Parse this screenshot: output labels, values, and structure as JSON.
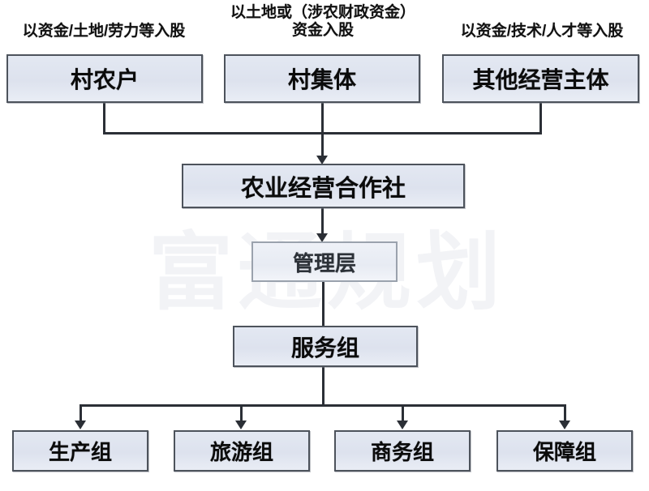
{
  "diagram": {
    "watermark": "富通规划",
    "captions": [
      {
        "id": "caption-farmers",
        "text": "以资金/土地/劳力等入股"
      },
      {
        "id": "caption-collective",
        "text": "以土地或（涉农财政资金）\n资金入股"
      },
      {
        "id": "caption-others",
        "text": "以资金/技术/人才等入股"
      }
    ],
    "top_nodes": [
      {
        "id": "node-village-farmers",
        "label": "村农户"
      },
      {
        "id": "node-village-collective",
        "label": "村集体"
      },
      {
        "id": "node-other-operators",
        "label": "其他经营主体"
      }
    ],
    "cooperative": {
      "id": "node-cooperative",
      "label": "农业经营合作社"
    },
    "management": {
      "id": "node-management",
      "label": "管理层"
    },
    "service": {
      "id": "node-service",
      "label": "服务组"
    },
    "bottom_nodes": [
      {
        "id": "node-production",
        "label": "生产组"
      },
      {
        "id": "node-tourism",
        "label": "旅游组"
      },
      {
        "id": "node-business",
        "label": "商务组"
      },
      {
        "id": "node-support",
        "label": "保障组"
      }
    ],
    "colors": {
      "node_fill": "#dde2ee",
      "node_border": "#4d535c",
      "soft_border": "#9aa2ad",
      "connector": "#2b2f36",
      "text": "#0b0b0b",
      "watermark": "#f2f3f6",
      "background": "#ffffff"
    }
  }
}
